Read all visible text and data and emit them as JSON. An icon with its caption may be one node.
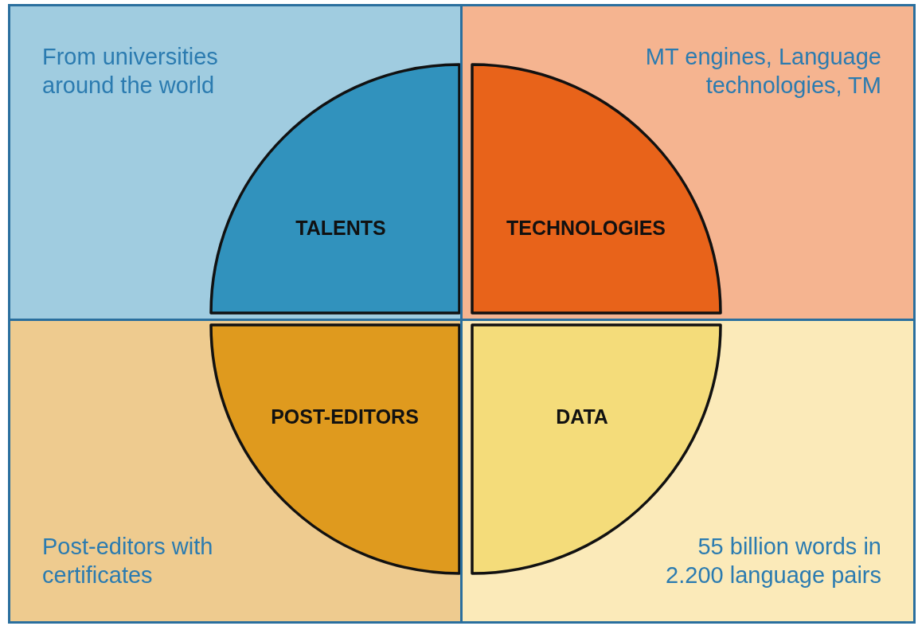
{
  "diagram": {
    "nodes": [
      {
        "text": [
          "From universities around the world"
        ]
      },
      {
        "text": [
          "TALENTS"
        ],
        "in": 0
      },
      {
        "text": [
          "MT engines, Language technologies, TM"
        ]
      },
      {
        "text": [
          "TECHNOLOGIES"
        ],
        "in": 2
      },
      {
        "text": [
          "Post-editors with certificates"
        ]
      },
      {
        "text": [
          "POST-EDITORS"
        ],
        "in": 4
      },
      {
        "text": [
          "55 billion words in 2.200 language pairs"
        ]
      },
      {
        "text": [
          "DATA"
        ],
        "in": 6
      }
    ]
  }
}
